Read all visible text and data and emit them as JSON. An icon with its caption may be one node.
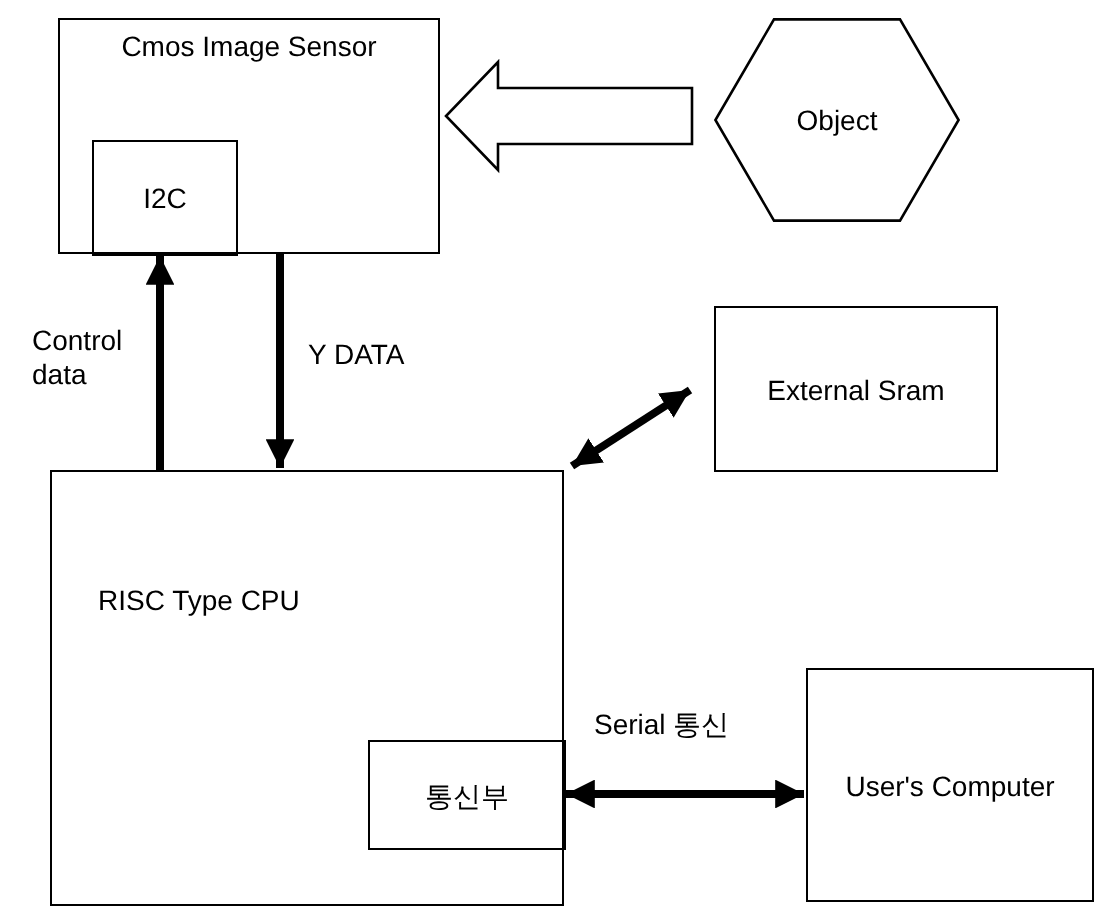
{
  "diagram": {
    "nodes": [
      {
        "text": [
          "Cmos Image Sensor"
        ]
      },
      {
        "text": [
          "I2C"
        ],
        "in": 0
      },
      {
        "text": [
          "Object"
        ]
      },
      {
        "text": [
          "External Sram"
        ]
      },
      {
        "text": [
          "RISC Type CPU"
        ]
      },
      {
        "text": [
          "통신부"
        ],
        "in": 4
      },
      {
        "text": [
          "User's Computer"
        ]
      }
    ],
    "edges": [
      {
        "from": 2,
        "to": 0,
        "arrow": "to"
      },
      {
        "from": 4,
        "to": 1,
        "arrow": "to",
        "label": "Control data"
      },
      {
        "from": 0,
        "to": 4,
        "arrow": "to",
        "label": "Y DATA"
      },
      {
        "from": 3,
        "to": 4,
        "arrow": "both"
      },
      {
        "from": 5,
        "to": 6,
        "arrow": "both",
        "label": "Serial 통신"
      }
    ]
  }
}
